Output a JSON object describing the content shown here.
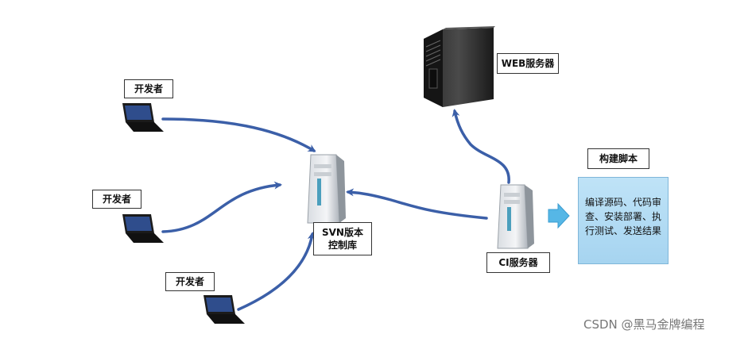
{
  "developers": [
    {
      "label": "开发者"
    },
    {
      "label": "开发者"
    },
    {
      "label": "开发者"
    }
  ],
  "svn_server": {
    "line1": "SVN版本",
    "line2": "控制库"
  },
  "web_server": {
    "label": "WEB服务器"
  },
  "ci_server": {
    "label": "CI服务器"
  },
  "build_script": {
    "title": "构建脚本",
    "text": "编译源码、代码审查、安装部署、执行测试、发送结果"
  },
  "watermark": "CSDN @黑马金牌编程",
  "colors": {
    "arrow": "#3b5fa8",
    "box_fill": "#aad8f2",
    "box_arrow": "#56b7e6"
  }
}
